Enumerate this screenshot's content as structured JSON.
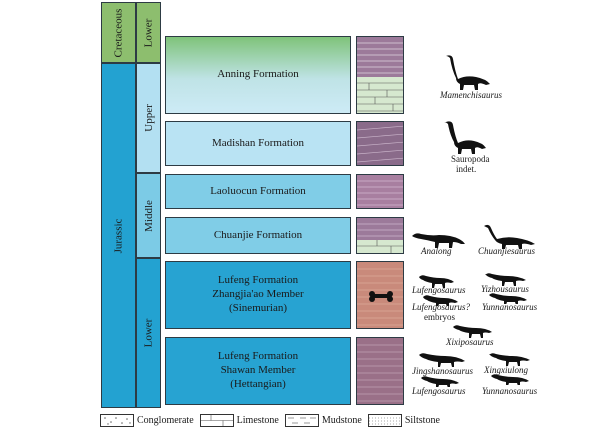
{
  "stratigraphy": {
    "periods": [
      "Cretaceous",
      "Jurassic"
    ],
    "epochs": [
      "Lower",
      "Upper",
      "Middle",
      "Lower"
    ]
  },
  "formations": [
    {
      "name": "Anning Formation"
    },
    {
      "name": "Madishan Formation"
    },
    {
      "name": "Laoluocun Formation"
    },
    {
      "name": "Chuanjie Formation"
    },
    {
      "line1": "Lufeng Formation",
      "line2": "Zhangjia'ao Member",
      "line3": "(Sinemurian)"
    },
    {
      "line1": "Lufeng Formation",
      "line2": "Shawan Member",
      "line3": "(Hettangian)"
    }
  ],
  "fossils": {
    "anning": [
      "Mamenchisaurus"
    ],
    "madishan": [
      "Sauropoda",
      "indet."
    ],
    "chuanjie": [
      "Analong",
      "Chuanjiesaurus"
    ],
    "zhangjiao": [
      "Lufengosaurus",
      "Yizhousaurus",
      "Lufengosaurus?",
      "embryos",
      "Yunnanosaurus",
      "Xixiposaurus"
    ],
    "shawan": [
      "Jingshanosaurus",
      "Xingxiulong",
      "Lufengosaurus",
      "Yunnanosaurus"
    ]
  },
  "legend": [
    "Conglomerate",
    "Limestone",
    "Mudstone",
    "Siltstone"
  ],
  "colors": {
    "cretaceous": "#8dbe6e",
    "jurassic": "#23a2d1",
    "upper": "#b3e0f2",
    "middle": "#7ccbe6",
    "mudstone_red": "#c98a7b",
    "mudstone_purple": "#8a6b8a",
    "limestone": "#cfe6c4"
  }
}
